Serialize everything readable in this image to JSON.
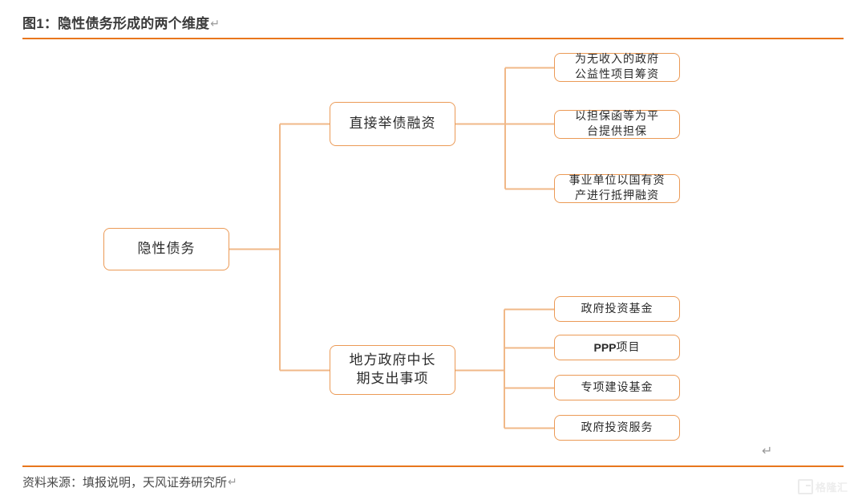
{
  "header": {
    "figure_title": "图1：隐性债务形成的两个维度",
    "return_mark": "↵"
  },
  "footer": {
    "source_label": "资料来源：填报说明，天风证券研究所",
    "return_mark": "↵",
    "stray_return_mark": "↵"
  },
  "watermark": {
    "text": "格隆汇"
  },
  "colors": {
    "accent_rule": "#e8761d",
    "node_border": "#eb9a56",
    "connector": "#f0b888",
    "title_text": "#3b3b3b",
    "node_text": "#2b2b2b"
  },
  "chart_data": {
    "type": "diagram",
    "title": "图1：隐性债务形成的两个维度",
    "layout": "horizontal-tree",
    "root": {
      "label": "隐性债务",
      "children": [
        {
          "label": "直接举债融资",
          "children": [
            {
              "label": "为无收入的政府公益性项目筹资"
            },
            {
              "label": "以担保函等为平台提供担保"
            },
            {
              "label": "事业单位以国有资产进行抵押融资"
            }
          ]
        },
        {
          "label": "地方政府中长期支出事项",
          "children": [
            {
              "label": "政府投资基金"
            },
            {
              "label": "PPP项目"
            },
            {
              "label": "专项建设基金"
            },
            {
              "label": "政府投资服务"
            }
          ]
        }
      ]
    }
  },
  "diagram": {
    "root": {
      "label": "隐性债务"
    },
    "branches": [
      {
        "label_line1": "直接举债融资",
        "label_line2": ""
      },
      {
        "label_line1": "地方政府中长",
        "label_line2": "期支出事项"
      }
    ],
    "leaves_upper": [
      {
        "line1": "为无收入的政府",
        "line2": "公益性项目筹资"
      },
      {
        "line1": "以担保函等为平",
        "line2": "台提供担保"
      },
      {
        "line1": "事业单位以国有资",
        "line2": "产进行抵押融资"
      }
    ],
    "leaves_lower": [
      {
        "line1": "政府投资基金",
        "line2": ""
      },
      {
        "line1": "项目",
        "latin_prefix": "PPP",
        "line2": ""
      },
      {
        "line1": "专项建设基金",
        "line2": ""
      },
      {
        "line1": "政府投资服务",
        "line2": ""
      }
    ]
  }
}
